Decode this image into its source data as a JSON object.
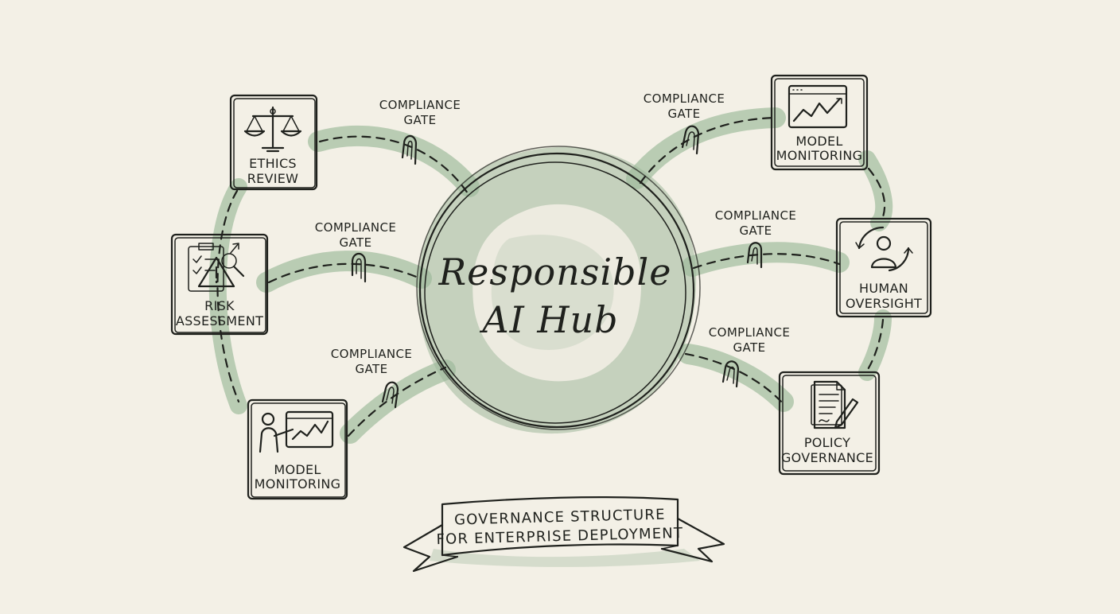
{
  "hub": {
    "line1": "Responsible",
    "line2": "AI Hub"
  },
  "nodes": {
    "ethics": {
      "line1": "ETHICS",
      "line2": "REVIEW",
      "icon": "scales-icon"
    },
    "risk": {
      "line1": "RISK",
      "line2": "ASSESSMENT",
      "icon": "risk-warning-icon"
    },
    "monitor_left": {
      "line1": "MODEL",
      "line2": "MONITORING",
      "icon": "presenter-chart-icon"
    },
    "monitor_right": {
      "line1": "MODEL",
      "line2": "MONITORING",
      "icon": "line-chart-icon"
    },
    "oversight": {
      "line1": "HUMAN",
      "line2": "OVERSIGHT",
      "icon": "person-cycle-icon"
    },
    "policy": {
      "line1": "POLICY",
      "line2": "GOVERNANCE",
      "icon": "document-pen-icon"
    }
  },
  "gate_label": {
    "line1": "COMPLIANCE",
    "line2": "GATE"
  },
  "banner": {
    "line1": "GOVERNANCE STRUCTURE",
    "line2": "FOR ENTERPRISE DEPLOYMENT"
  },
  "colors": {
    "paper": "#f3f0e6",
    "ink": "#1f211d",
    "wash": "#9fb89b",
    "band": "#b9ccb3"
  }
}
